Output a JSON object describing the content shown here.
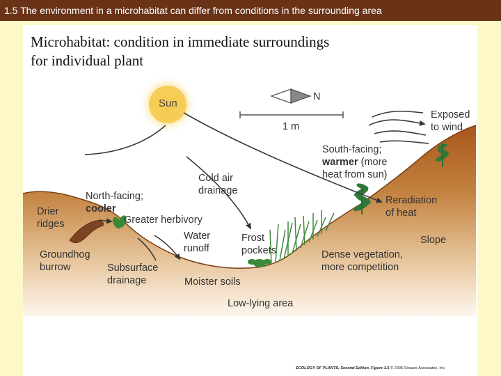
{
  "slide": {
    "title": "1.5 The environment in a microhabitat can differ from conditions in the surrounding area",
    "subtitle_line1": "Microhabitat: condition in immediate surroundings",
    "subtitle_line2": "for individual plant"
  },
  "diagram": {
    "sun": "Sun",
    "north": "N",
    "scale": "1 m",
    "labels": {
      "exposed_1": "Exposed",
      "exposed_2": "to wind",
      "south_1": "South-facing;",
      "south_2_bold": "warmer",
      "south_2_rest": " (more",
      "south_3": "heat from sun)",
      "cold_1": "Cold air",
      "cold_2": "drainage",
      "north_1": "North-facing;",
      "north_2": "cooler",
      "drier_1": "Drier",
      "drier_2": "ridges",
      "herbivory": "Greater herbivory",
      "reradiation_1": "Reradiation",
      "reradiation_2": "of heat",
      "water_1": "Water",
      "water_2": "runoff",
      "frost_1": "Frost",
      "frost_2": "pockets",
      "slope": "Slope",
      "groundhog_1": "Groundhog",
      "groundhog_2": "burrow",
      "subsurface_1": "Subsurface",
      "subsurface_2": "drainage",
      "dense_1": "Dense vegetation,",
      "dense_2": "more competition",
      "moister": "Moister soils",
      "lowlying": "Low-lying area"
    },
    "colors": {
      "soil_top": "#a8591f",
      "soil_mid": "#c98a4e",
      "soil_bottom": "#ffffff",
      "sun_core": "#f7c24a",
      "arrow": "#3a3a3a",
      "plant": "#2f7a38"
    }
  },
  "credit": {
    "book": "ECOLOGY OF PLANTS, Second Edition, Figure 1.5",
    "rest": " © 2006 Sinauer Associates, Inc."
  }
}
